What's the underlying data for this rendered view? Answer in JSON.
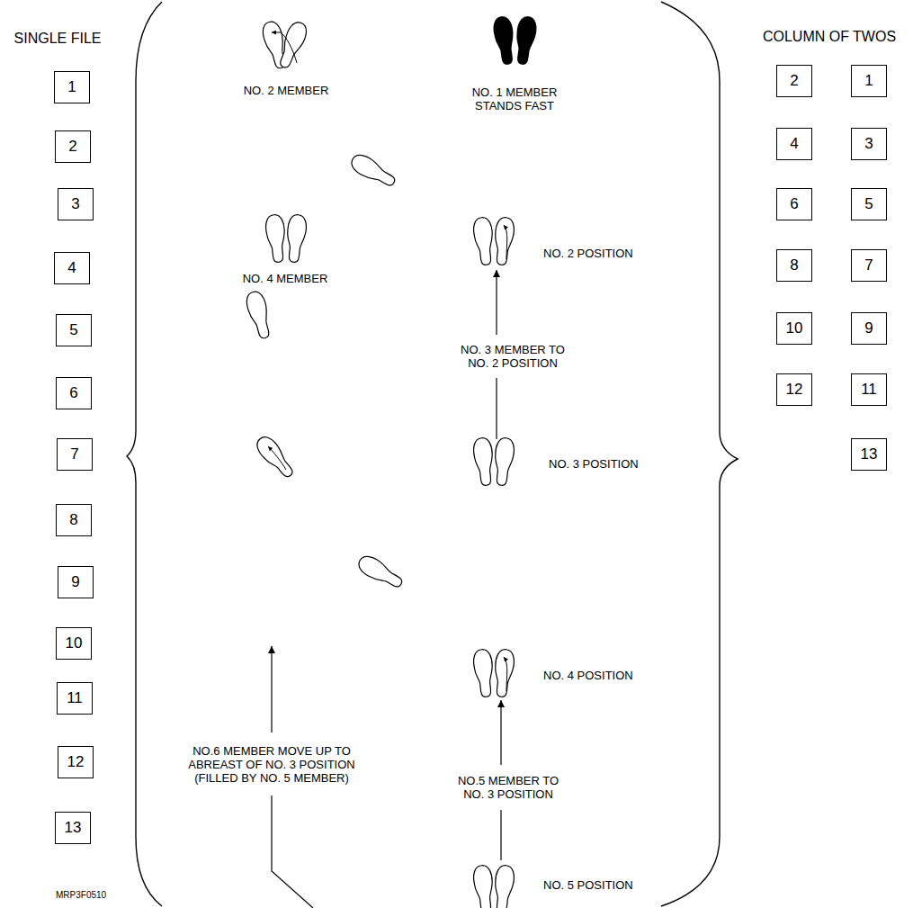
{
  "diagram": {
    "nodes": [
      {
        "text": [
          "1"
        ]
      },
      {
        "text": [
          "2"
        ]
      },
      {
        "text": [
          "3"
        ]
      },
      {
        "text": [
          "4"
        ]
      },
      {
        "text": [
          "5"
        ]
      },
      {
        "text": [
          "6"
        ]
      },
      {
        "text": [
          "7"
        ]
      },
      {
        "text": [
          "8"
        ]
      },
      {
        "text": [
          "9"
        ]
      },
      {
        "text": [
          "10"
        ]
      },
      {
        "text": [
          "11"
        ]
      },
      {
        "text": [
          "12"
        ]
      },
      {
        "text": [
          "13"
        ]
      },
      {
        "text": [
          "2"
        ]
      },
      {
        "text": [
          "1"
        ]
      },
      {
        "text": [
          "4"
        ]
      },
      {
        "text": [
          "3"
        ]
      },
      {
        "text": [
          "6"
        ]
      },
      {
        "text": [
          "5"
        ]
      },
      {
        "text": [
          "8"
        ]
      },
      {
        "text": [
          "7"
        ]
      },
      {
        "text": [
          "10"
        ]
      },
      {
        "text": [
          "9"
        ]
      },
      {
        "text": [
          "12"
        ]
      },
      {
        "text": [
          "11"
        ]
      },
      {
        "text": [
          "13"
        ]
      }
    ],
    "labels": [
      "SINGLE FILE",
      "COLUMN OF TWOS",
      "NO. 2 MEMBER",
      "NO. 1 MEMBER STANDS FAST",
      "NO. 2 POSITION",
      "NO. 4 MEMBER",
      "NO. 3 MEMBER TO NO. 2 POSITION",
      "NO. 3 POSITION",
      "NO.6 MEMBER MOVE UP TO ABREAST OF NO. 3 POSITION (FILLED BY NO. 5 MEMBER)",
      "NO.5 MEMBER TO NO. 3 POSITION",
      "NO. 4 POSITION",
      "NO. 5 POSITION",
      "MRP3F0510"
    ]
  }
}
